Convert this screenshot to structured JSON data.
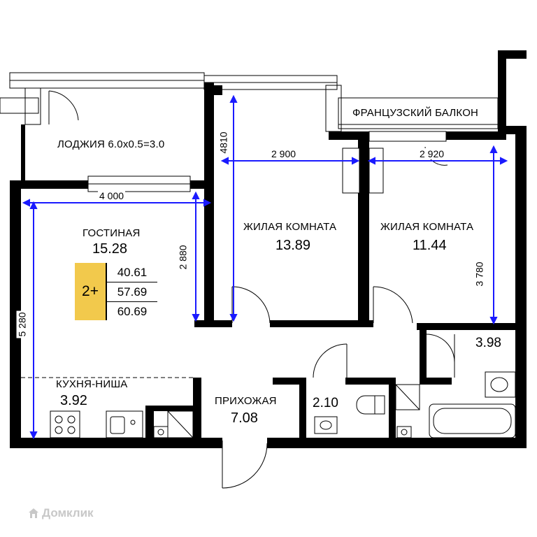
{
  "rooms": {
    "loggia": {
      "name": "ЛОДЖИЯ 6.0x0.5=3.0"
    },
    "french_balcony": {
      "name": "ФРАНЦУЗСКИЙ БАЛКОН"
    },
    "living": {
      "name": "ГОСТИНАЯ",
      "area": "15.28"
    },
    "bedroom1": {
      "name": "ЖИЛАЯ КОМНАТА",
      "area": "13.89"
    },
    "bedroom2": {
      "name": "ЖИЛАЯ КОМНАТА",
      "area": "11.44"
    },
    "kitchen": {
      "name": "КУХНЯ-НИША",
      "area": "3.92"
    },
    "hall": {
      "name": "ПРИХОЖАЯ",
      "area": "7.08"
    },
    "bathroom_small": {
      "area": "2.10"
    },
    "bathroom_large": {
      "area": "3.98"
    }
  },
  "dimensions": {
    "living_width": "4 000",
    "living_height": "2 880",
    "bedroom1_width": "2 900",
    "bedroom1_height": "4810",
    "bedroom2_width": "2 920",
    "bedroom2_height": "3 780",
    "left_height": "5 280"
  },
  "summary": {
    "type": "2+",
    "areas": [
      "40.61",
      "57.69",
      "60.69"
    ],
    "accent_color": "#f2c94c"
  },
  "watermark": {
    "text": "Домклик",
    "icon": "home-icon"
  }
}
